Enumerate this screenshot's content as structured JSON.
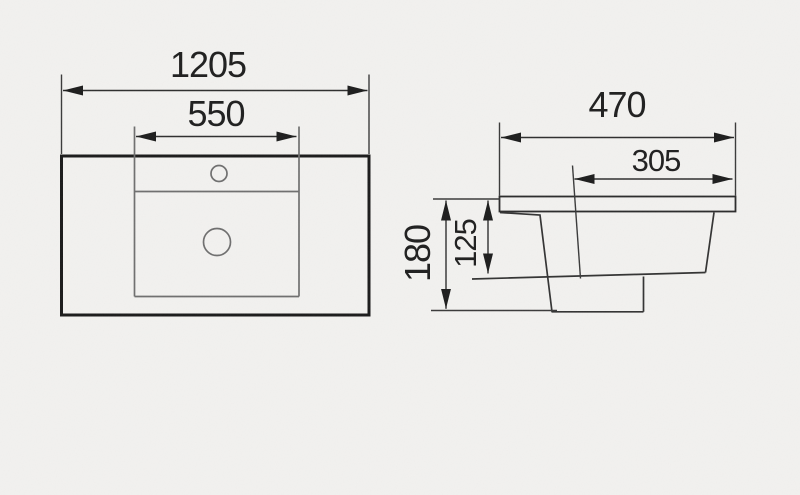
{
  "colors": {
    "background": "#f2f1ef",
    "ink": "#1f1f1f",
    "outline_heavy": "#1b1b1b",
    "inner_line": "#6f6f6f"
  },
  "top_view": {
    "overall_width": "1205",
    "bowl_width": "550"
  },
  "side_view": {
    "overall_depth": "470",
    "bowl_depth": "305",
    "overall_height": "180",
    "bowl_height": "125"
  }
}
